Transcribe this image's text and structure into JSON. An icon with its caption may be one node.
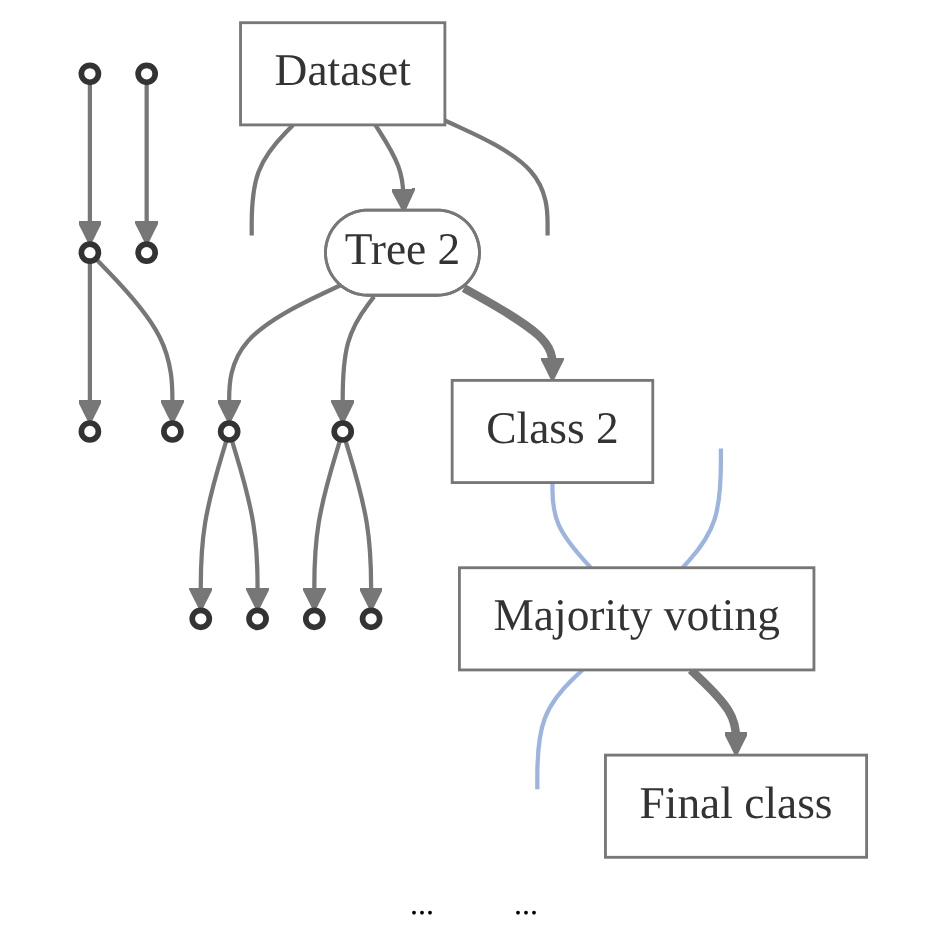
{
  "diagram": {
    "nodes": [
      {
        "text": [
          "Dataset"
        ]
      },
      {
        "text": [],
        "shape": "circle"
      },
      {
        "text": [
          "Tree 2"
        ]
      },
      {
        "text": [],
        "shape": "circle"
      },
      {
        "text": [],
        "shape": "circle"
      },
      {
        "text": [],
        "shape": "circle"
      },
      {
        "text": [],
        "shape": "circle"
      },
      {
        "text": [],
        "shape": "circle"
      },
      {
        "text": [],
        "shape": "circle"
      },
      {
        "text": [],
        "shape": "circle"
      },
      {
        "text": [],
        "shape": "circle"
      },
      {
        "text": [],
        "shape": "circle"
      },
      {
        "text": [],
        "shape": "circle"
      },
      {
        "text": [],
        "shape": "circle"
      },
      {
        "text": [
          "Class 2"
        ]
      },
      {
        "text": [
          "Majority voting"
        ]
      },
      {
        "text": [
          "Final class"
        ]
      }
    ],
    "edges": [
      {
        "from": 0,
        "to": null,
        "arrow": "none"
      },
      {
        "from": 0,
        "to": 2,
        "arrow": "to"
      },
      {
        "from": 0,
        "to": null,
        "arrow": "none"
      },
      {
        "from": 1,
        "to": 3,
        "arrow": "to"
      },
      {
        "from": 3,
        "to": 4,
        "arrow": "to"
      },
      {
        "from": 3,
        "to": 5,
        "arrow": "to"
      },
      {
        "from": 2,
        "to": 6,
        "arrow": "to"
      },
      {
        "from": 2,
        "to": 7,
        "arrow": "to"
      },
      {
        "from": 6,
        "to": 8,
        "arrow": "to"
      },
      {
        "from": 6,
        "to": 9,
        "arrow": "to"
      },
      {
        "from": 7,
        "to": 10,
        "arrow": "to"
      },
      {
        "from": 7,
        "to": 11,
        "arrow": "to"
      },
      {
        "from": 12,
        "to": 13,
        "arrow": "to"
      },
      {
        "from": 2,
        "to": 14,
        "arrow": "to",
        "style": "thick"
      },
      {
        "from": 14,
        "to": 15,
        "arrow": "none",
        "color": "#9db4e0"
      },
      {
        "from": null,
        "to": 15,
        "arrow": "none",
        "color": "#9db4e0"
      },
      {
        "from": 15,
        "to": null,
        "arrow": "none",
        "color": "#9db4e0"
      },
      {
        "from": 15,
        "to": 16,
        "arrow": "to",
        "style": "thick"
      }
    ],
    "labels": [
      "...",
      "..."
    ]
  }
}
